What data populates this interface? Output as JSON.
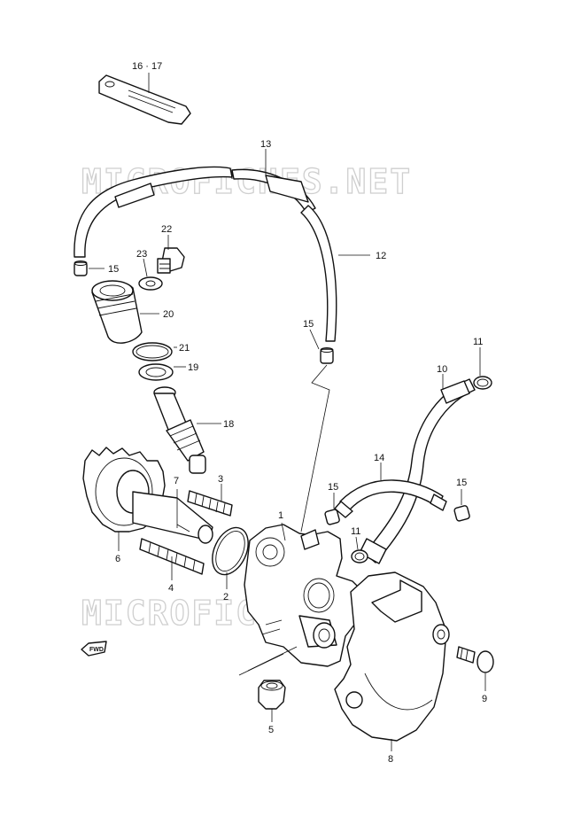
{
  "watermark": "MICROFICHES.NET",
  "fwd_label": "FWD",
  "callouts": {
    "c1": "1",
    "c2": "2",
    "c3": "3",
    "c4": "4",
    "c5": "5",
    "c6": "6",
    "c7": "7",
    "c8": "8",
    "c9": "9",
    "c10": "10",
    "c11a": "11",
    "c11b": "11",
    "c12": "12",
    "c13": "13",
    "c14": "14",
    "c15a": "15",
    "c15b": "15",
    "c15c": "15",
    "c15d": "15",
    "c16_17": "16 · 17",
    "c18": "18",
    "c19": "19",
    "c20": "20",
    "c21": "21",
    "c22": "22",
    "c23": "23"
  }
}
